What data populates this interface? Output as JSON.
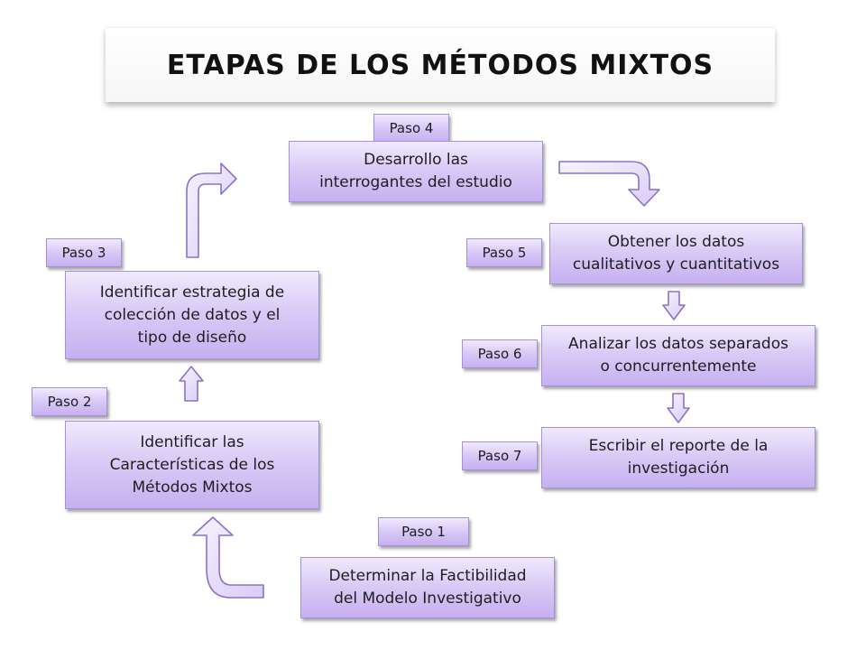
{
  "title": "ETAPAS DE LOS MÉTODOS MIXTOS",
  "steps": [
    {
      "label": "Paso 1",
      "text": "Determinar la Factibilidad\ndel Modelo Investigativo"
    },
    {
      "label": "Paso 2",
      "text": "Identificar las\nCaracterísticas de los\nMétodos Mixtos"
    },
    {
      "label": "Paso 3",
      "text": "Identificar estrategia de\ncolección de datos y el\ntipo de diseño"
    },
    {
      "label": "Paso 4",
      "text": "Desarrollo las\ninterrogantes del estudio"
    },
    {
      "label": "Paso 5",
      "text": "Obtener los datos\ncualitativos y cuantitativos"
    },
    {
      "label": "Paso 6",
      "text": "Analizar los datos separados\no concurrentemente"
    },
    {
      "label": "Paso 7",
      "text": "Escribir el reporte de la\ninvestigación"
    }
  ],
  "colors": {
    "box_light": "#f0eafd",
    "box_dark": "#c6b0f0",
    "box_border": "#a890d8",
    "arrow_fill": "#e8dffa",
    "arrow_stroke": "#8c72c8"
  }
}
